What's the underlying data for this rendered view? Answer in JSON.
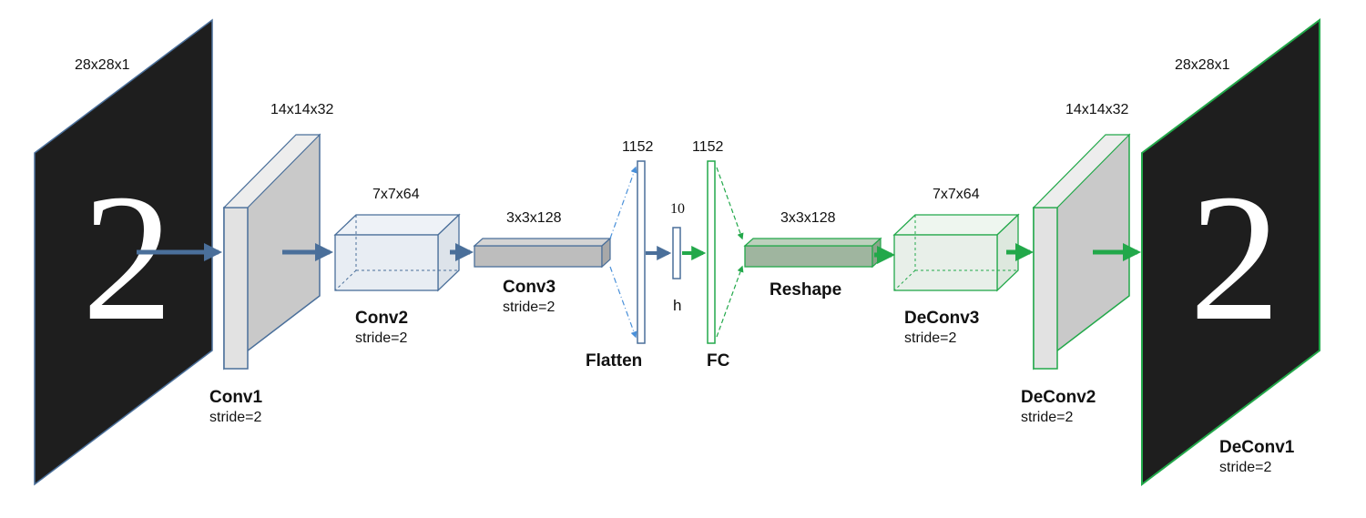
{
  "colors": {
    "encoder": "#4a6f9a",
    "decoder": "#22a84a",
    "image_bg": "#1e1e1e",
    "block_fill": "#e2e2e2",
    "block_side": "#c8c8c8",
    "bar_fill": "#b9b9b9"
  },
  "labels": {
    "input_dim": "28x28x1",
    "conv1_dim": "14x14x32",
    "conv1_name": "Conv1",
    "conv1_stride": "stride=2",
    "conv2_dim": "7x7x64",
    "conv2_name": "Conv2",
    "conv2_stride": "stride=2",
    "conv3_dim": "3x3x128",
    "conv3_name": "Conv3",
    "conv3_stride": "stride=2",
    "flatten_dim": "1152",
    "flatten_name": "Flatten",
    "h_dim": "10",
    "h_name": "h",
    "fc_dim": "1152",
    "fc_name": "FC",
    "reshape_dim": "3x3x128",
    "reshape_name": "Reshape",
    "deconv3_dim": "7x7x64",
    "deconv3_name": "DeConv3",
    "deconv3_stride": "stride=2",
    "deconv2_dim": "14x14x32",
    "deconv2_name": "DeConv2",
    "deconv2_stride": "stride=2",
    "output_dim": "28x28x1",
    "deconv1_name": "DeConv1",
    "deconv1_stride": "stride=2"
  },
  "images": {
    "input_digit": "2",
    "output_digit": "2"
  },
  "icons": {
    "encoder_arrows": "arrow-right-icon",
    "decoder_arrows": "arrow-right-icon"
  }
}
